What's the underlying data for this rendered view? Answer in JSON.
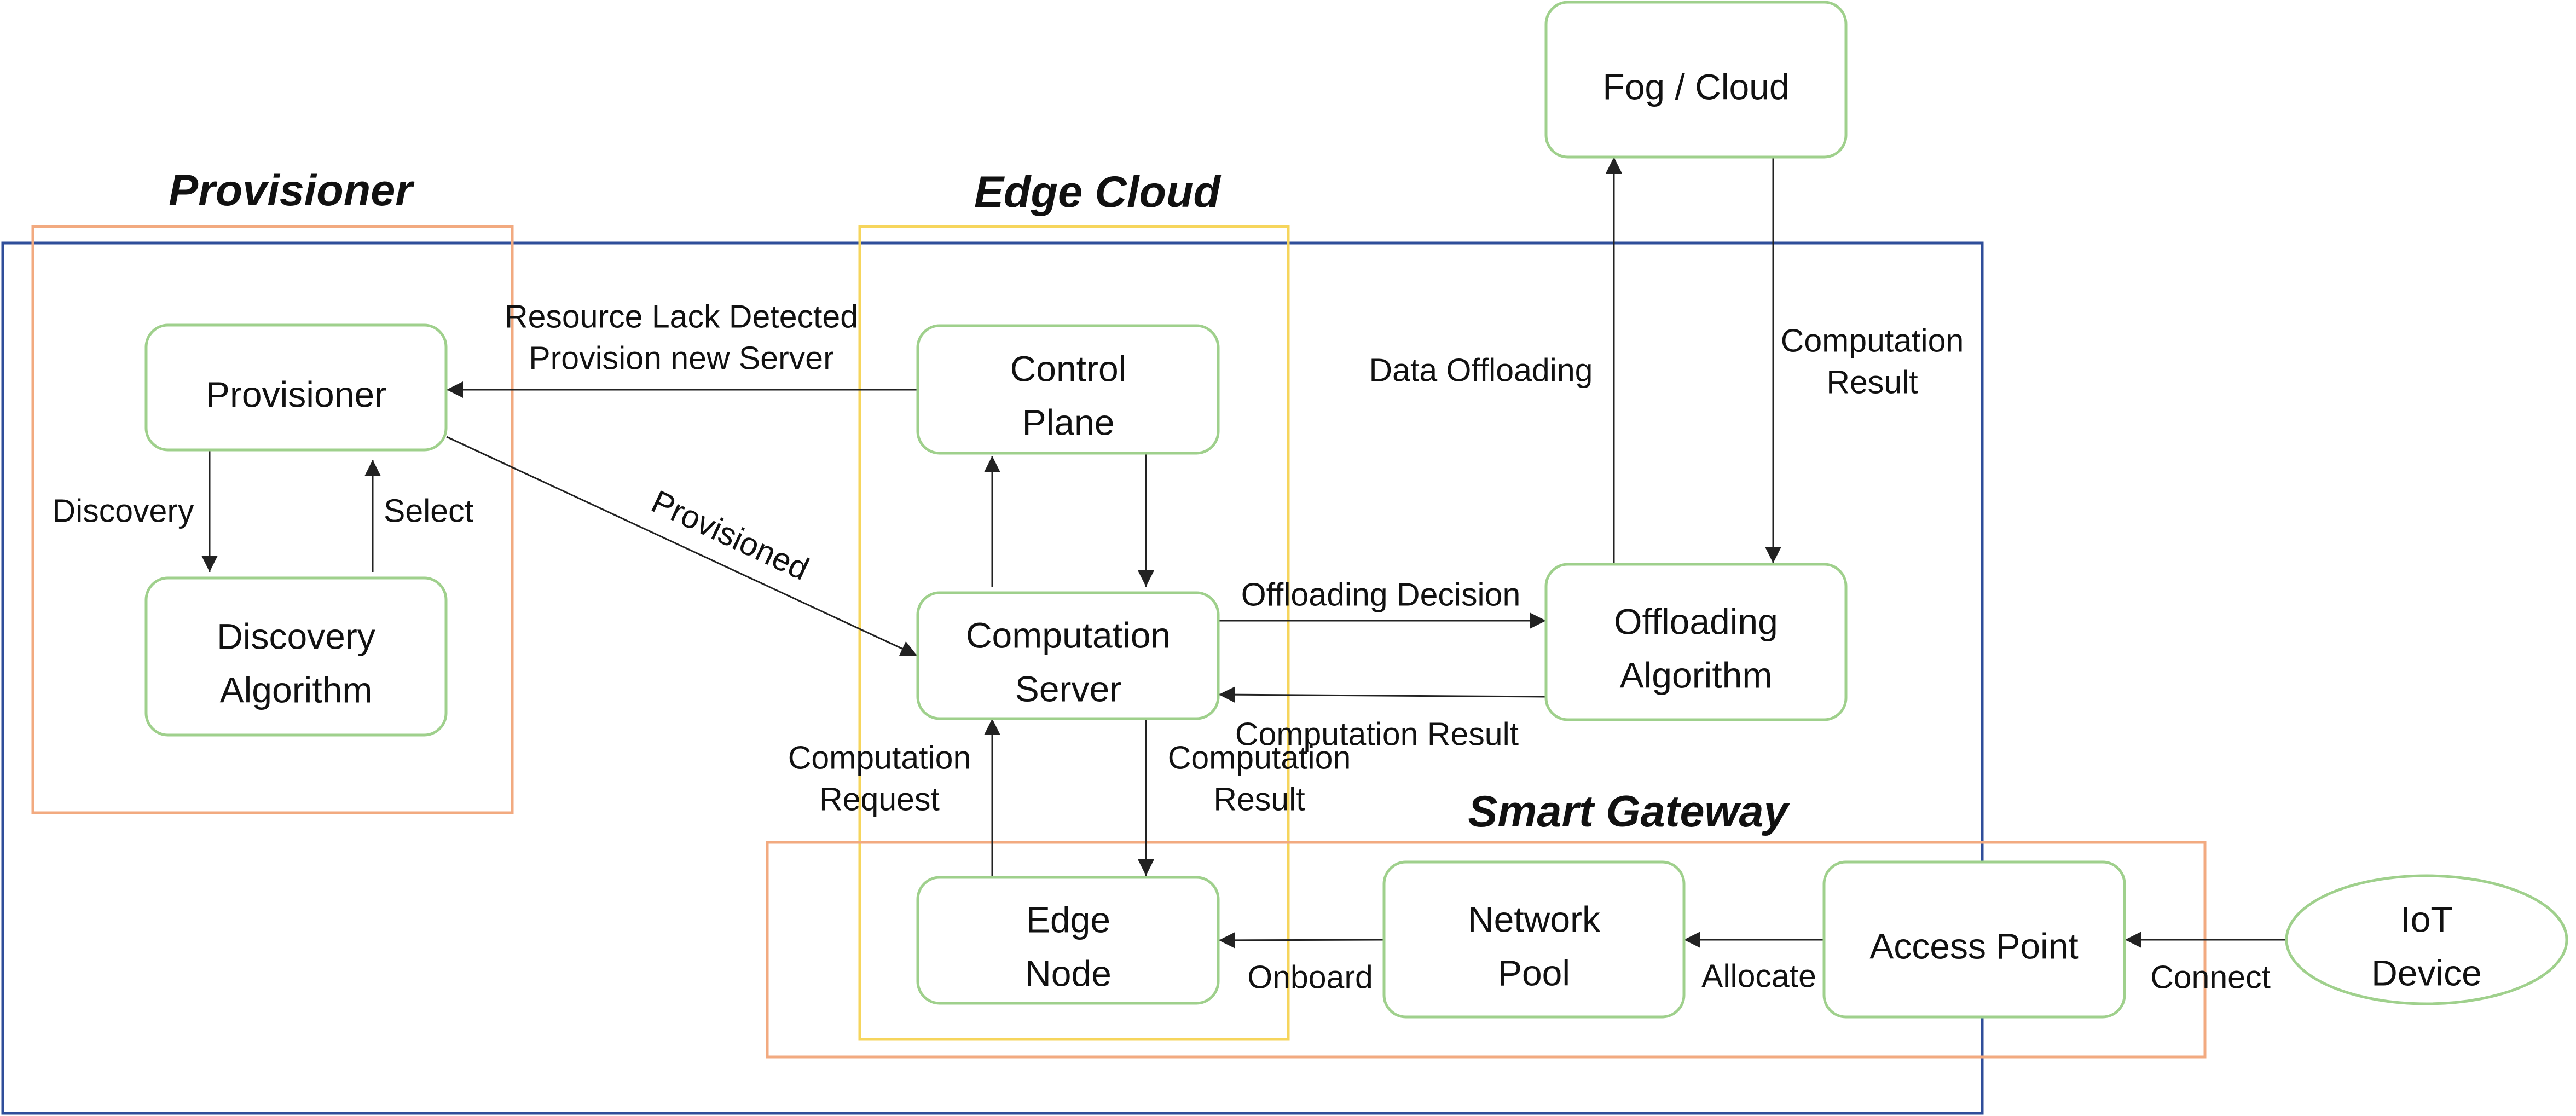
{
  "colors": {
    "outer_frame": "#2f4e9a",
    "provisioner_group": "#f2aa80",
    "edge_cloud_group": "#f6d55c",
    "smart_gateway_group": "#f2aa80",
    "node_border": "#9fd08c",
    "arrow": "#222222"
  },
  "groups": {
    "provisioner": "Provisioner",
    "edge_cloud": "Edge Cloud",
    "smart_gateway": "Smart Gateway"
  },
  "nodes": {
    "fog_cloud": [
      "Fog / Cloud"
    ],
    "provisioner": [
      "Provisioner"
    ],
    "discovery_algorithm": [
      "Discovery",
      "Algorithm"
    ],
    "control_plane": [
      "Control",
      "Plane"
    ],
    "computation_server": [
      "Computation",
      "Server"
    ],
    "offloading_algorithm": [
      "Offloading",
      "Algorithm"
    ],
    "edge_node": [
      "Edge",
      "Node"
    ],
    "network_pool": [
      "Network",
      "Pool"
    ],
    "access_point": [
      "Access Point"
    ],
    "iot_device": [
      "IoT",
      "Device"
    ]
  },
  "edges": {
    "resource_lack": [
      "Resource Lack Detected",
      "Provision new Server"
    ],
    "discovery": [
      "Discovery"
    ],
    "select": [
      "Select"
    ],
    "provisioned": [
      "Provisioned"
    ],
    "data_offloading": [
      "Data Offloading"
    ],
    "computation_result_cloud": [
      "Computation",
      "Result"
    ],
    "offloading_decision": [
      "Offloading Decision"
    ],
    "computation_result_offload": [
      "Computation Result"
    ],
    "computation_request": [
      "Computation",
      "Request"
    ],
    "computation_result_edge": [
      "Computation",
      "Result"
    ],
    "onboard": [
      "Onboard"
    ],
    "allocate": [
      "Allocate"
    ],
    "connect": [
      "Connect"
    ]
  }
}
